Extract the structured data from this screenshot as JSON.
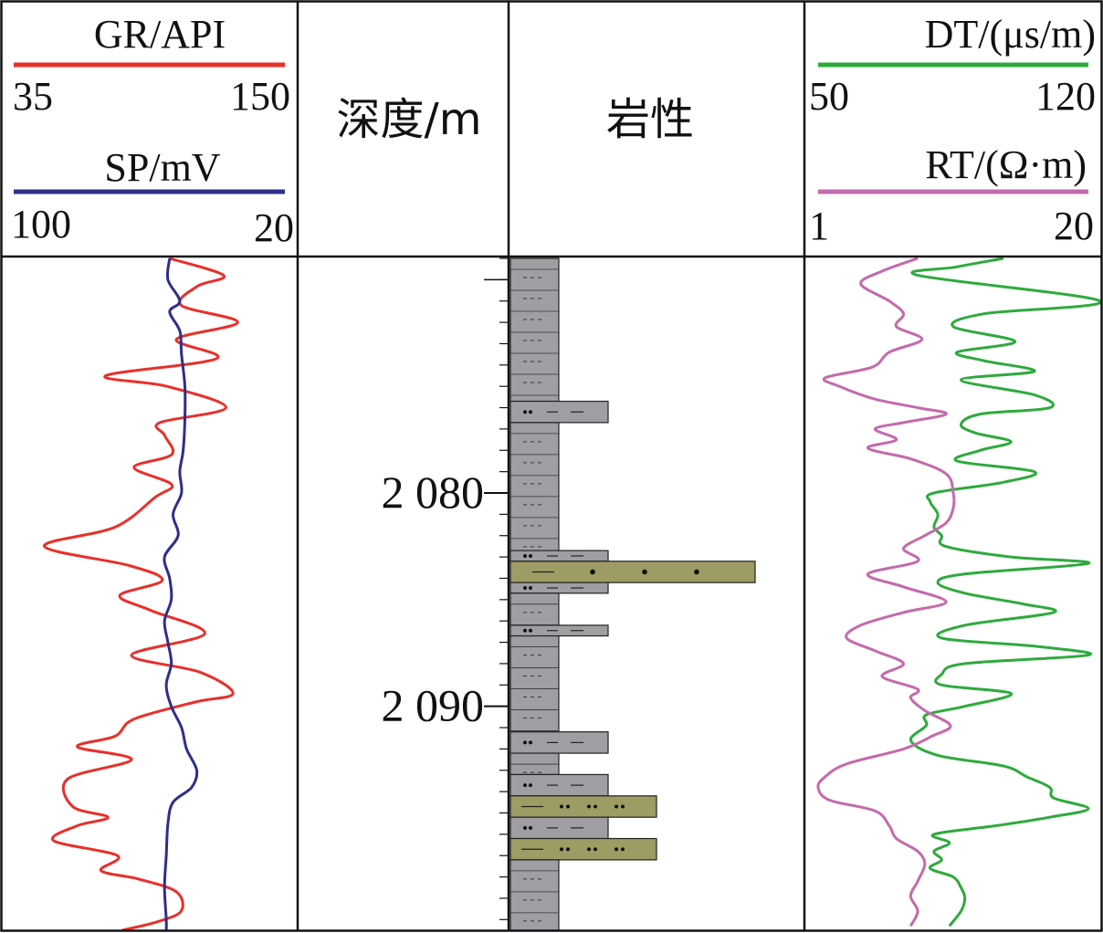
{
  "tracks": {
    "track1": {
      "curves": [
        {
          "name": "GR/API",
          "color": "#e8302a",
          "min": "35",
          "max": "150"
        },
        {
          "name": "SP/mV",
          "color": "#2e2f8a",
          "min": "100",
          "max": "20"
        }
      ]
    },
    "depth": {
      "title": "深度/m",
      "labels": [
        "2 080",
        "2 090"
      ]
    },
    "lithology": {
      "title": "岩性"
    },
    "track4": {
      "curves": [
        {
          "name": "DT/(μs/m)",
          "color": "#2eaa3c",
          "min": "50",
          "max": "120"
        },
        {
          "name": "RT/(Ω·m)",
          "color": "#c46aac",
          "min": "1",
          "max": "20"
        }
      ]
    }
  },
  "chart_data": {
    "type": "line",
    "depth_range": [
      2069,
      2100.5
    ],
    "depth_unit": "m",
    "depth_ticks_major": [
      2080,
      2090
    ],
    "series": [
      {
        "name": "GR",
        "unit": "API",
        "range": [
          35,
          150
        ],
        "color": "#e8302a",
        "points": [
          [
            2069.0,
            101
          ],
          [
            2069.8,
            124
          ],
          [
            2070.3,
            113
          ],
          [
            2071.2,
            106
          ],
          [
            2072.0,
            130
          ],
          [
            2072.8,
            104
          ],
          [
            2073.7,
            121
          ],
          [
            2074.5,
            74
          ],
          [
            2075.0,
            100
          ],
          [
            2076.0,
            125
          ],
          [
            2076.7,
            97
          ],
          [
            2077.3,
            99
          ],
          [
            2078.2,
            102
          ],
          [
            2078.8,
            86
          ],
          [
            2079.6,
            102
          ],
          [
            2080.2,
            95
          ],
          [
            2081.6,
            78
          ],
          [
            2082.5,
            48
          ],
          [
            2083.4,
            84
          ],
          [
            2084.1,
            98
          ],
          [
            2084.8,
            80
          ],
          [
            2085.5,
            93
          ],
          [
            2086.6,
            116
          ],
          [
            2087.6,
            85
          ],
          [
            2088.4,
            114
          ],
          [
            2089.4,
            128
          ],
          [
            2089.8,
            112
          ],
          [
            2090.6,
            86
          ],
          [
            2091.4,
            78
          ],
          [
            2091.9,
            62
          ],
          [
            2092.5,
            85
          ],
          [
            2093.4,
            58
          ],
          [
            2094.7,
            60
          ],
          [
            2095.2,
            75
          ],
          [
            2095.6,
            62
          ],
          [
            2096.3,
            52
          ],
          [
            2097.0,
            79
          ],
          [
            2097.7,
            72
          ],
          [
            2098.1,
            88
          ],
          [
            2098.7,
            104
          ],
          [
            2099.6,
            106
          ],
          [
            2100.1,
            96
          ],
          [
            2100.5,
            81
          ]
        ]
      },
      {
        "name": "SP",
        "unit": "mV",
        "range": [
          100,
          20
        ],
        "color": "#2e2f8a",
        "points": [
          [
            2069.0,
            54
          ],
          [
            2070.0,
            54.5
          ],
          [
            2071.0,
            51
          ],
          [
            2071.5,
            54
          ],
          [
            2072.4,
            51
          ],
          [
            2073.5,
            50.5
          ],
          [
            2075.0,
            49.5
          ],
          [
            2076.5,
            49.5
          ],
          [
            2078.0,
            50
          ],
          [
            2079.0,
            51
          ],
          [
            2080.0,
            50.5
          ],
          [
            2081.0,
            53
          ],
          [
            2082.0,
            51.5
          ],
          [
            2083.0,
            55.5
          ],
          [
            2084.0,
            54
          ],
          [
            2085.0,
            53.5
          ],
          [
            2086.0,
            55.5
          ],
          [
            2087.0,
            54.5
          ],
          [
            2088.0,
            53.5
          ],
          [
            2089.0,
            55
          ],
          [
            2090.0,
            53.5
          ],
          [
            2091.0,
            50.5
          ],
          [
            2092.0,
            49
          ],
          [
            2093.0,
            46
          ],
          [
            2093.8,
            47.5
          ],
          [
            2094.5,
            53
          ],
          [
            2095.5,
            54.5
          ],
          [
            2097.0,
            55
          ],
          [
            2098.5,
            55.5
          ],
          [
            2100.0,
            55
          ],
          [
            2100.5,
            55
          ]
        ]
      },
      {
        "name": "DT",
        "unit": "μs/m",
        "range": [
          50,
          120
        ],
        "color": "#2eaa3c",
        "points": [
          [
            2069.0,
            98
          ],
          [
            2069.4,
            86
          ],
          [
            2069.8,
            76
          ],
          [
            2071.0,
            123
          ],
          [
            2071.6,
            93
          ],
          [
            2072.2,
            85
          ],
          [
            2072.9,
            101
          ],
          [
            2073.4,
            86
          ],
          [
            2073.8,
            93
          ],
          [
            2074.3,
            106
          ],
          [
            2074.7,
            87
          ],
          [
            2075.4,
            106
          ],
          [
            2076.0,
            110
          ],
          [
            2076.3,
            92
          ],
          [
            2076.8,
            87
          ],
          [
            2077.2,
            91
          ],
          [
            2077.6,
            100
          ],
          [
            2078.0,
            92
          ],
          [
            2078.5,
            86
          ],
          [
            2079.0,
            106
          ],
          [
            2079.5,
            98
          ],
          [
            2080.0,
            80
          ],
          [
            2080.4,
            79
          ],
          [
            2081.0,
            81
          ],
          [
            2081.6,
            80
          ],
          [
            2082.0,
            82
          ],
          [
            2082.5,
            83
          ],
          [
            2083.0,
            100
          ],
          [
            2083.3,
            120
          ],
          [
            2083.8,
            88
          ],
          [
            2084.2,
            81
          ],
          [
            2084.7,
            88
          ],
          [
            2085.2,
            103
          ],
          [
            2085.6,
            111
          ],
          [
            2086.2,
            88
          ],
          [
            2086.8,
            82
          ],
          [
            2087.2,
            107
          ],
          [
            2087.6,
            120
          ],
          [
            2088.0,
            88
          ],
          [
            2088.5,
            82
          ],
          [
            2089.0,
            82
          ],
          [
            2089.4,
            100
          ],
          [
            2090.0,
            88
          ],
          [
            2090.4,
            78
          ],
          [
            2090.9,
            78
          ],
          [
            2091.6,
            74
          ],
          [
            2092.3,
            81
          ],
          [
            2092.8,
            98
          ],
          [
            2093.3,
            104
          ],
          [
            2093.8,
            110
          ],
          [
            2094.3,
            111
          ],
          [
            2094.8,
            120
          ],
          [
            2095.2,
            110
          ],
          [
            2095.6,
            96
          ],
          [
            2096.0,
            80
          ],
          [
            2096.4,
            84
          ],
          [
            2096.8,
            80
          ],
          [
            2097.2,
            82
          ],
          [
            2097.6,
            79
          ],
          [
            2098.0,
            85
          ],
          [
            2098.5,
            87
          ],
          [
            2099.0,
            88
          ],
          [
            2099.6,
            87
          ],
          [
            2100.3,
            84
          ]
        ]
      },
      {
        "name": "RT",
        "unit": "Ω·m",
        "range": [
          1,
          20
        ],
        "color": "#c46aac",
        "points": [
          [
            2069.0,
            8
          ],
          [
            2069.6,
            5.5
          ],
          [
            2070.2,
            4.0
          ],
          [
            2071.0,
            6.0
          ],
          [
            2071.6,
            7.0
          ],
          [
            2072.2,
            6.5
          ],
          [
            2072.8,
            8.3
          ],
          [
            2073.4,
            6.0
          ],
          [
            2074.1,
            4.8
          ],
          [
            2074.6,
            1.5
          ],
          [
            2075.0,
            2.5
          ],
          [
            2075.6,
            5.0
          ],
          [
            2076.0,
            8.0
          ],
          [
            2076.3,
            10.0
          ],
          [
            2076.7,
            7.0
          ],
          [
            2077.0,
            5.0
          ],
          [
            2077.5,
            6.5
          ],
          [
            2077.9,
            4.5
          ],
          [
            2078.4,
            7.5
          ],
          [
            2079.1,
            10.0
          ],
          [
            2080.0,
            10.5
          ],
          [
            2080.7,
            10.5
          ],
          [
            2081.4,
            10.0
          ],
          [
            2082.0,
            8.5
          ],
          [
            2082.6,
            7.0
          ],
          [
            2083.2,
            8.0
          ],
          [
            2083.8,
            4.5
          ],
          [
            2084.4,
            7.0
          ],
          [
            2085.1,
            10.0
          ],
          [
            2085.6,
            7.0
          ],
          [
            2086.2,
            4.0
          ],
          [
            2086.8,
            3.0
          ],
          [
            2087.4,
            5.0
          ],
          [
            2088.0,
            7.0
          ],
          [
            2088.6,
            5.5
          ],
          [
            2089.2,
            8.0
          ],
          [
            2089.6,
            7.5
          ],
          [
            2090.2,
            8.5
          ],
          [
            2090.9,
            10.3
          ],
          [
            2091.4,
            9.0
          ],
          [
            2092.0,
            7.0
          ],
          [
            2092.7,
            3.0
          ],
          [
            2093.3,
            1.5
          ],
          [
            2093.8,
            1.0
          ],
          [
            2094.4,
            1.8
          ],
          [
            2094.9,
            5.0
          ],
          [
            2095.6,
            6.0
          ],
          [
            2096.2,
            6.5
          ],
          [
            2096.8,
            8.0
          ],
          [
            2097.4,
            8.5
          ],
          [
            2098.2,
            8.0
          ],
          [
            2098.9,
            7.5
          ],
          [
            2099.6,
            8.0
          ],
          [
            2100.3,
            7.5
          ]
        ]
      }
    ],
    "lithology": [
      {
        "top": 2069.0,
        "bottom": 2075.7,
        "type": "mudstone"
      },
      {
        "top": 2075.7,
        "bottom": 2076.7,
        "type": "silty mudstone"
      },
      {
        "top": 2076.7,
        "bottom": 2082.7,
        "type": "mudstone"
      },
      {
        "top": 2082.7,
        "bottom": 2083.2,
        "type": "silty mudstone"
      },
      {
        "top": 2083.2,
        "bottom": 2084.2,
        "type": "sandstone"
      },
      {
        "top": 2084.2,
        "bottom": 2084.7,
        "type": "silty mudstone"
      },
      {
        "top": 2084.7,
        "bottom": 2086.2,
        "type": "mudstone"
      },
      {
        "top": 2086.2,
        "bottom": 2086.7,
        "type": "silty mudstone"
      },
      {
        "top": 2086.7,
        "bottom": 2091.2,
        "type": "mudstone"
      },
      {
        "top": 2091.2,
        "bottom": 2092.2,
        "type": "silty mudstone"
      },
      {
        "top": 2092.2,
        "bottom": 2093.2,
        "type": "mudstone"
      },
      {
        "top": 2093.2,
        "bottom": 2094.2,
        "type": "silty mudstone"
      },
      {
        "top": 2094.2,
        "bottom": 2095.2,
        "type": "siltstone"
      },
      {
        "top": 2095.2,
        "bottom": 2096.2,
        "type": "silty mudstone"
      },
      {
        "top": 2096.2,
        "bottom": 2097.2,
        "type": "siltstone"
      },
      {
        "top": 2097.2,
        "bottom": 2100.5,
        "type": "mudstone"
      }
    ]
  }
}
